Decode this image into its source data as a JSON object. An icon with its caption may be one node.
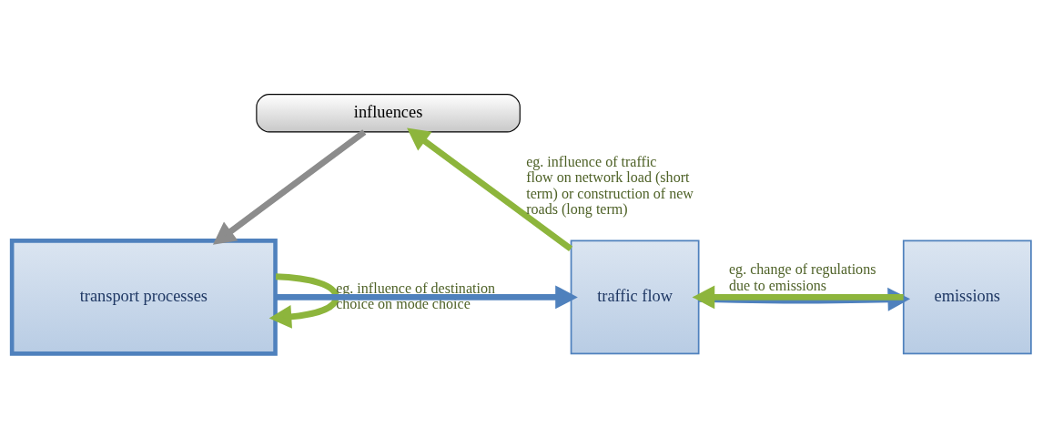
{
  "diagram": {
    "nodes": [
      {
        "text": [
          "influences"
        ]
      },
      {
        "text": [
          "transport processes"
        ]
      },
      {
        "text": [
          "traffic flow"
        ]
      },
      {
        "text": [
          "emissions"
        ]
      }
    ],
    "edges": [
      {
        "from": 0,
        "to": 1,
        "arrow": "to",
        "color": "#8c8c8c"
      },
      {
        "from": 1,
        "to": 2,
        "arrow": "to",
        "color": "#4f81bd"
      },
      {
        "from": 2,
        "to": 3,
        "arrow": "to",
        "color": "#4f81bd"
      },
      {
        "from": 1,
        "to": 1,
        "arrow": "to",
        "label": "eg. influence of destination choice on mode choice"
      },
      {
        "from": 2,
        "to": 0,
        "arrow": "to",
        "label": "eg. influence of traffic flow on network load (short term) or construction of new roads (long term)"
      },
      {
        "from": 3,
        "to": 2,
        "arrow": "to",
        "label": "eg. change of regulations due to emissions"
      }
    ]
  }
}
